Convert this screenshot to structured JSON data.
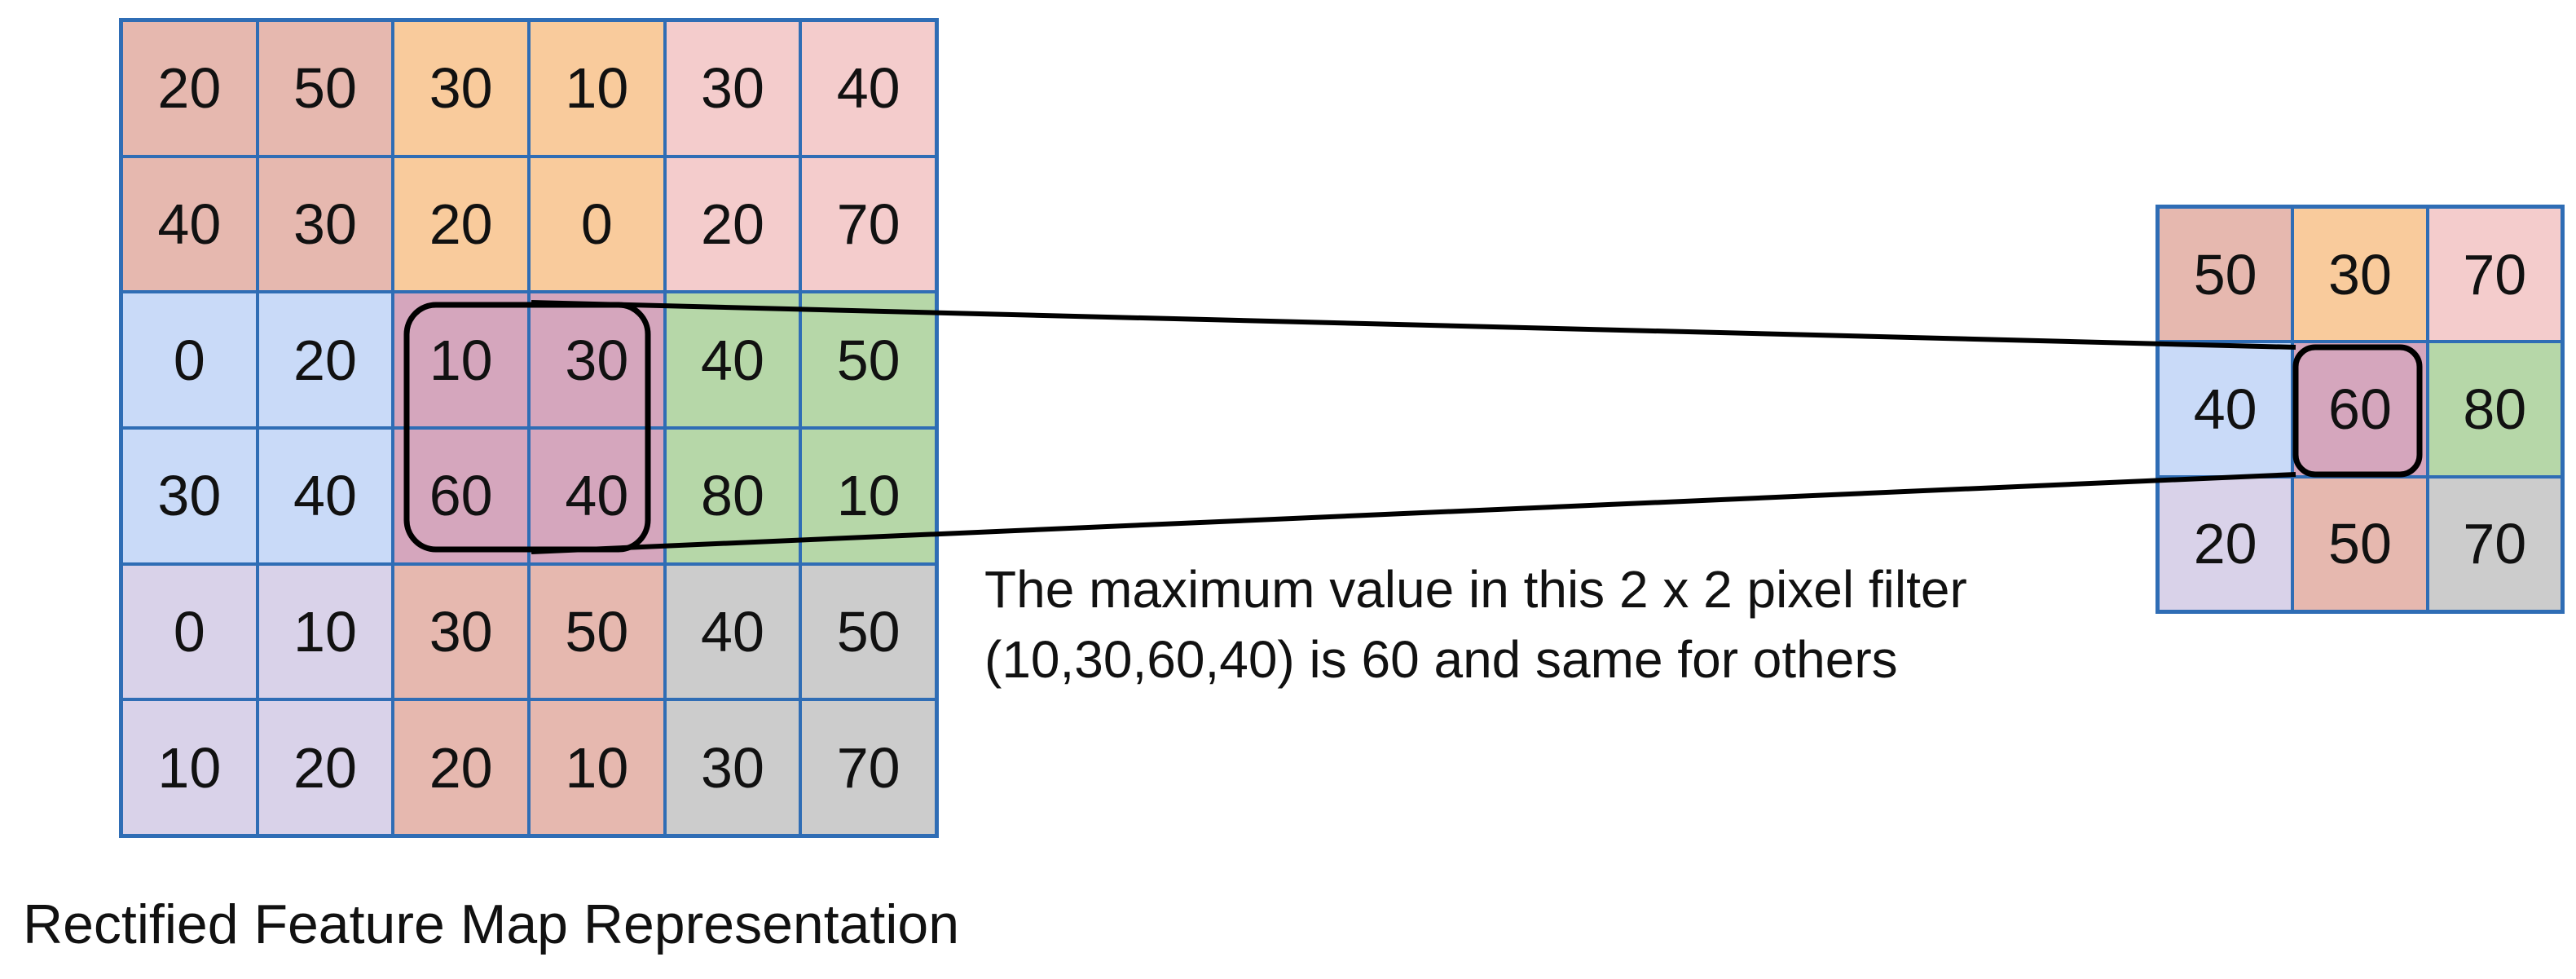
{
  "colors": {
    "brown": "#e6b8af",
    "orange": "#f9cb9c",
    "pink": "#f4cccc",
    "blue": "#c9daf8",
    "purple": "#d5a6bd",
    "green": "#b6d7a8",
    "lavender": "#d9d2e9",
    "gray": "#cccccc",
    "grid_line": "#2f6db5"
  },
  "feature_map": {
    "values": [
      [
        20,
        50,
        30,
        10,
        30,
        40
      ],
      [
        40,
        30,
        20,
        0,
        20,
        70
      ],
      [
        0,
        20,
        10,
        30,
        40,
        50
      ],
      [
        30,
        40,
        60,
        40,
        80,
        10
      ],
      [
        0,
        10,
        30,
        50,
        40,
        50
      ],
      [
        10,
        20,
        20,
        10,
        30,
        70
      ]
    ],
    "region_colors": [
      [
        "brown",
        "brown",
        "orange",
        "orange",
        "pink",
        "pink"
      ],
      [
        "brown",
        "brown",
        "orange",
        "orange",
        "pink",
        "pink"
      ],
      [
        "blue",
        "blue",
        "purple",
        "purple",
        "green",
        "green"
      ],
      [
        "blue",
        "blue",
        "purple",
        "purple",
        "green",
        "green"
      ],
      [
        "lavender",
        "lavender",
        "brown",
        "brown",
        "gray",
        "gray"
      ],
      [
        "lavender",
        "lavender",
        "brown",
        "brown",
        "gray",
        "gray"
      ]
    ],
    "caption": "Rectified Feature Map Representation"
  },
  "pooled_map": {
    "values": [
      [
        50,
        30,
        70
      ],
      [
        40,
        60,
        80
      ],
      [
        20,
        50,
        70
      ]
    ],
    "region_colors": [
      [
        "brown",
        "orange",
        "pink"
      ],
      [
        "blue",
        "purple",
        "green"
      ],
      [
        "lavender",
        "brown",
        "gray"
      ]
    ]
  },
  "highlight": {
    "source_rows": [
      2,
      3
    ],
    "source_cols": [
      2,
      3
    ],
    "target_row": 1,
    "target_col": 1
  },
  "annotation": {
    "line1": "The maximum value in this 2 x 2 pixel filter",
    "line2": "(10,30,60,40) is 60 and same for others"
  }
}
